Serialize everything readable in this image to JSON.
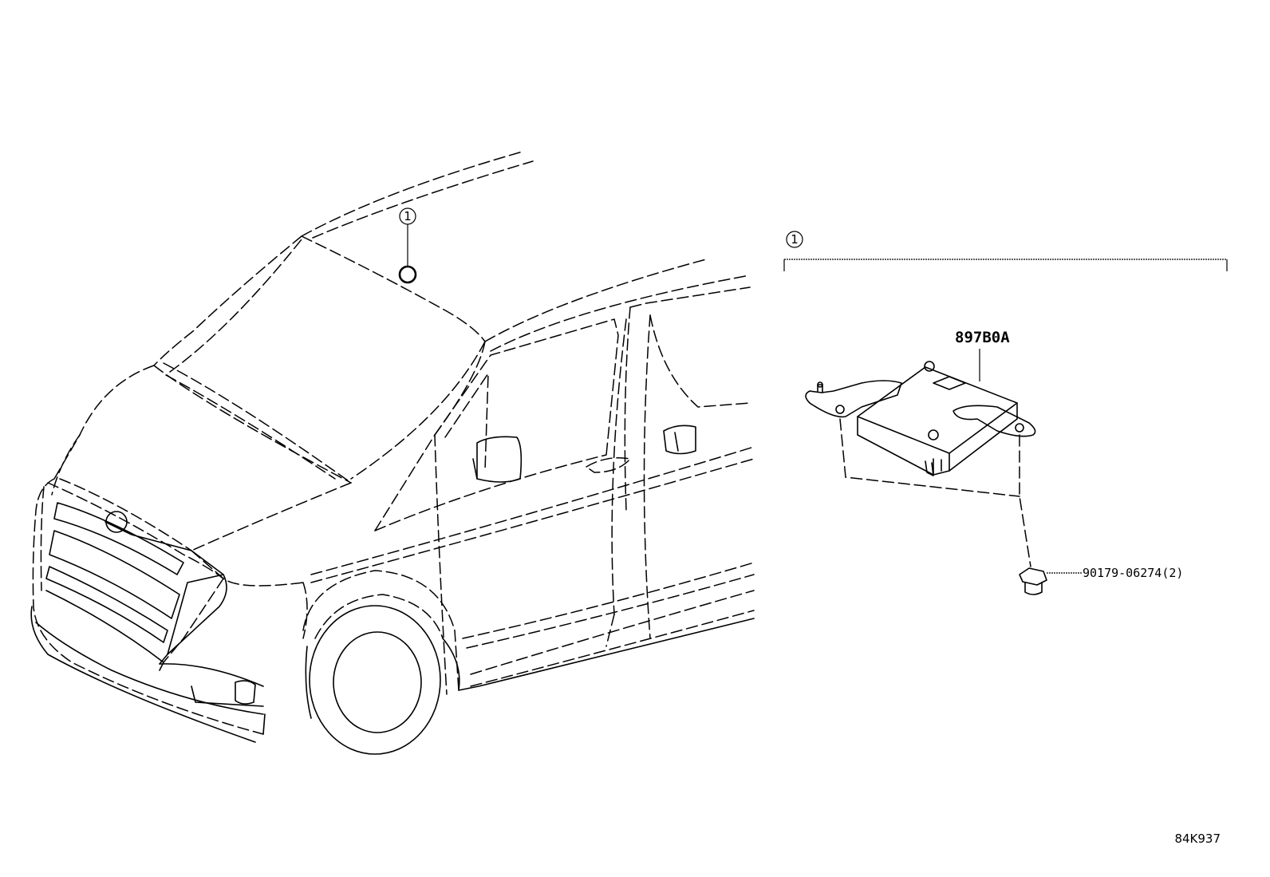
{
  "diagram": {
    "callout_number": "1",
    "parts": {
      "module": {
        "part_number": "897B0A"
      },
      "bolt": {
        "part_number": "90179-06274(2)"
      }
    },
    "figure_id": "84K937"
  }
}
